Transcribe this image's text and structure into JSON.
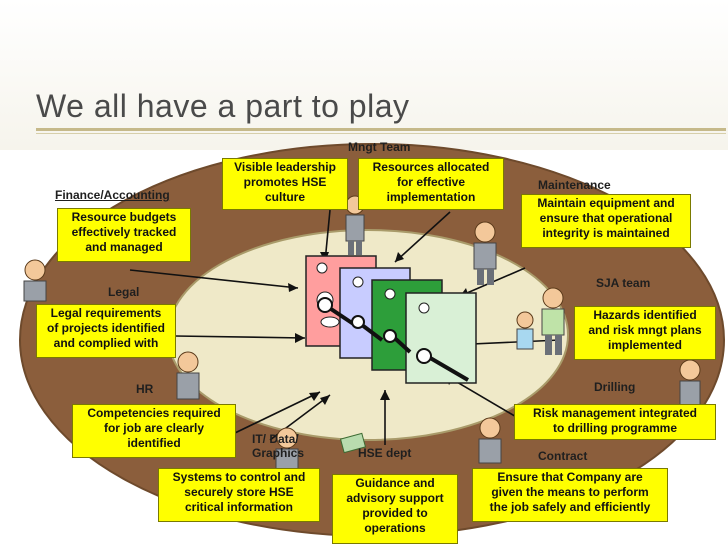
{
  "title": "We all have a part to play",
  "colors": {
    "ellipse_outer": "#8b5e3c",
    "ellipse_inner": "#efe9c8",
    "box_fill": "#ffff00",
    "title_rule": "#c6b98a"
  },
  "labels": {
    "mngt_team": "Mngt Team",
    "finance": "Finance/Accounting",
    "maintenance": "Maintenance",
    "legal": "Legal",
    "sja_team": "SJA team",
    "hr": "HR",
    "drilling": "Drilling",
    "it": "IT/ Data/\nGraphics",
    "hse_dept": "HSE dept",
    "contract": "Contract"
  },
  "boxes": {
    "visible_leadership": "Visible leadership\npromotes HSE\nculture",
    "resources_allocated": "Resources allocated\nfor effective\nimplementation",
    "resource_budgets": "Resource budgets\neffectively tracked\nand managed",
    "maintain_equipment": "Maintain equipment and\nensure that operational\nintegrity is maintained",
    "legal_requirements": "Legal requirements\nof projects identified\nand complied with",
    "hazards_identified": "Hazards identified\nand risk mngt plans\nimplemented",
    "competencies": "Competencies required\nfor job are clearly\nidentified",
    "risk_management": "Risk management integrated\nto drilling programme",
    "systems": "Systems to control and\nsecurely store HSE\ncritical information",
    "guidance": "Guidance and\nadvisory support\nprovided to\noperations",
    "ensure_company": "Ensure that Company are\ngiven the means to perform\nthe job safely and efficiently"
  },
  "icons": [
    "business-person-icon",
    "hse-documents-icon",
    "money-icon"
  ]
}
